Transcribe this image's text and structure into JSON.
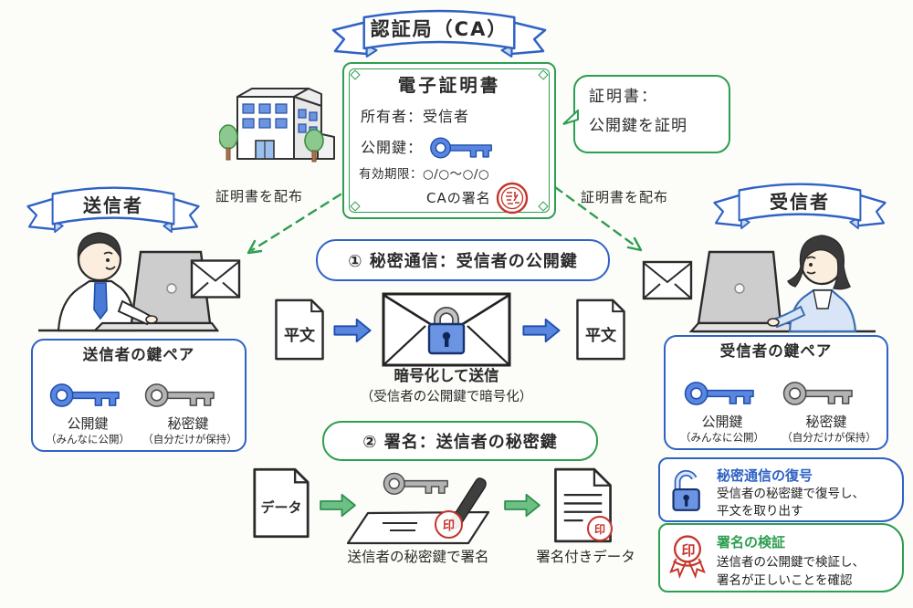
{
  "colors": {
    "blue": "#2f62c4",
    "green": "#2e9e50",
    "red": "#c6342b"
  },
  "icons": {
    "building": "ca-building-icon",
    "key_blue": "public-key-icon",
    "key_gray": "private-key-icon",
    "envelope": "envelope-icon",
    "padlock_closed": "locked-padlock-icon",
    "padlock_open": "unlocked-padlock-icon",
    "seal": "hanko-stamp-icon",
    "pen": "pen-icon"
  },
  "ca": {
    "banner_label": "認証局（CA）",
    "distribute_left_label": "証明書を配布",
    "distribute_right_label": "証明書を配布"
  },
  "certificate": {
    "title": "電子証明書",
    "owner_line": "所有者：受信者",
    "public_key_label": "公開鍵：",
    "validity_line": "有効期限：○/○～○/○",
    "ca_signature_label": "CAの署名"
  },
  "cert_note": {
    "line1": "証明書：",
    "line2": "公開鍵を証明"
  },
  "sender": {
    "banner_label": "送信者",
    "keypair": {
      "title": "送信者の鍵ペア",
      "public_key_label": "公開鍵",
      "public_key_note": "（みんなに公開）",
      "private_key_label": "秘密鍵",
      "private_key_note": "（自分だけが保持）"
    }
  },
  "receiver": {
    "banner_label": "受信者",
    "keypair": {
      "title": "受信者の鍵ペア",
      "public_key_label": "公開鍵",
      "public_key_note": "（みんなに公開）",
      "private_key_label": "秘密鍵",
      "private_key_note": "（自分だけが保持）"
    }
  },
  "secret_comm": {
    "title": "① 秘密通信：受信者の公開鍵",
    "plaintext_left": "平文",
    "plaintext_right": "平文",
    "caption": "暗号化して送信",
    "caption_sub": "（受信者の公開鍵で暗号化）"
  },
  "signature": {
    "title": "② 署名：送信者の秘密鍵",
    "data_label": "データ",
    "sign_caption": "送信者の秘密鍵で署名",
    "signed_data_caption": "署名付きデータ",
    "stamp_char": "印"
  },
  "decrypt_note": {
    "title": "秘密通信の復号",
    "line1": "受信者の秘密鍵で復号し、",
    "line2": "平文を取り出す"
  },
  "verify_note": {
    "title": "署名の検証",
    "line1": "送信者の公開鍵で検証し、",
    "line2": "署名が正しいことを確認",
    "stamp_char": "印"
  }
}
